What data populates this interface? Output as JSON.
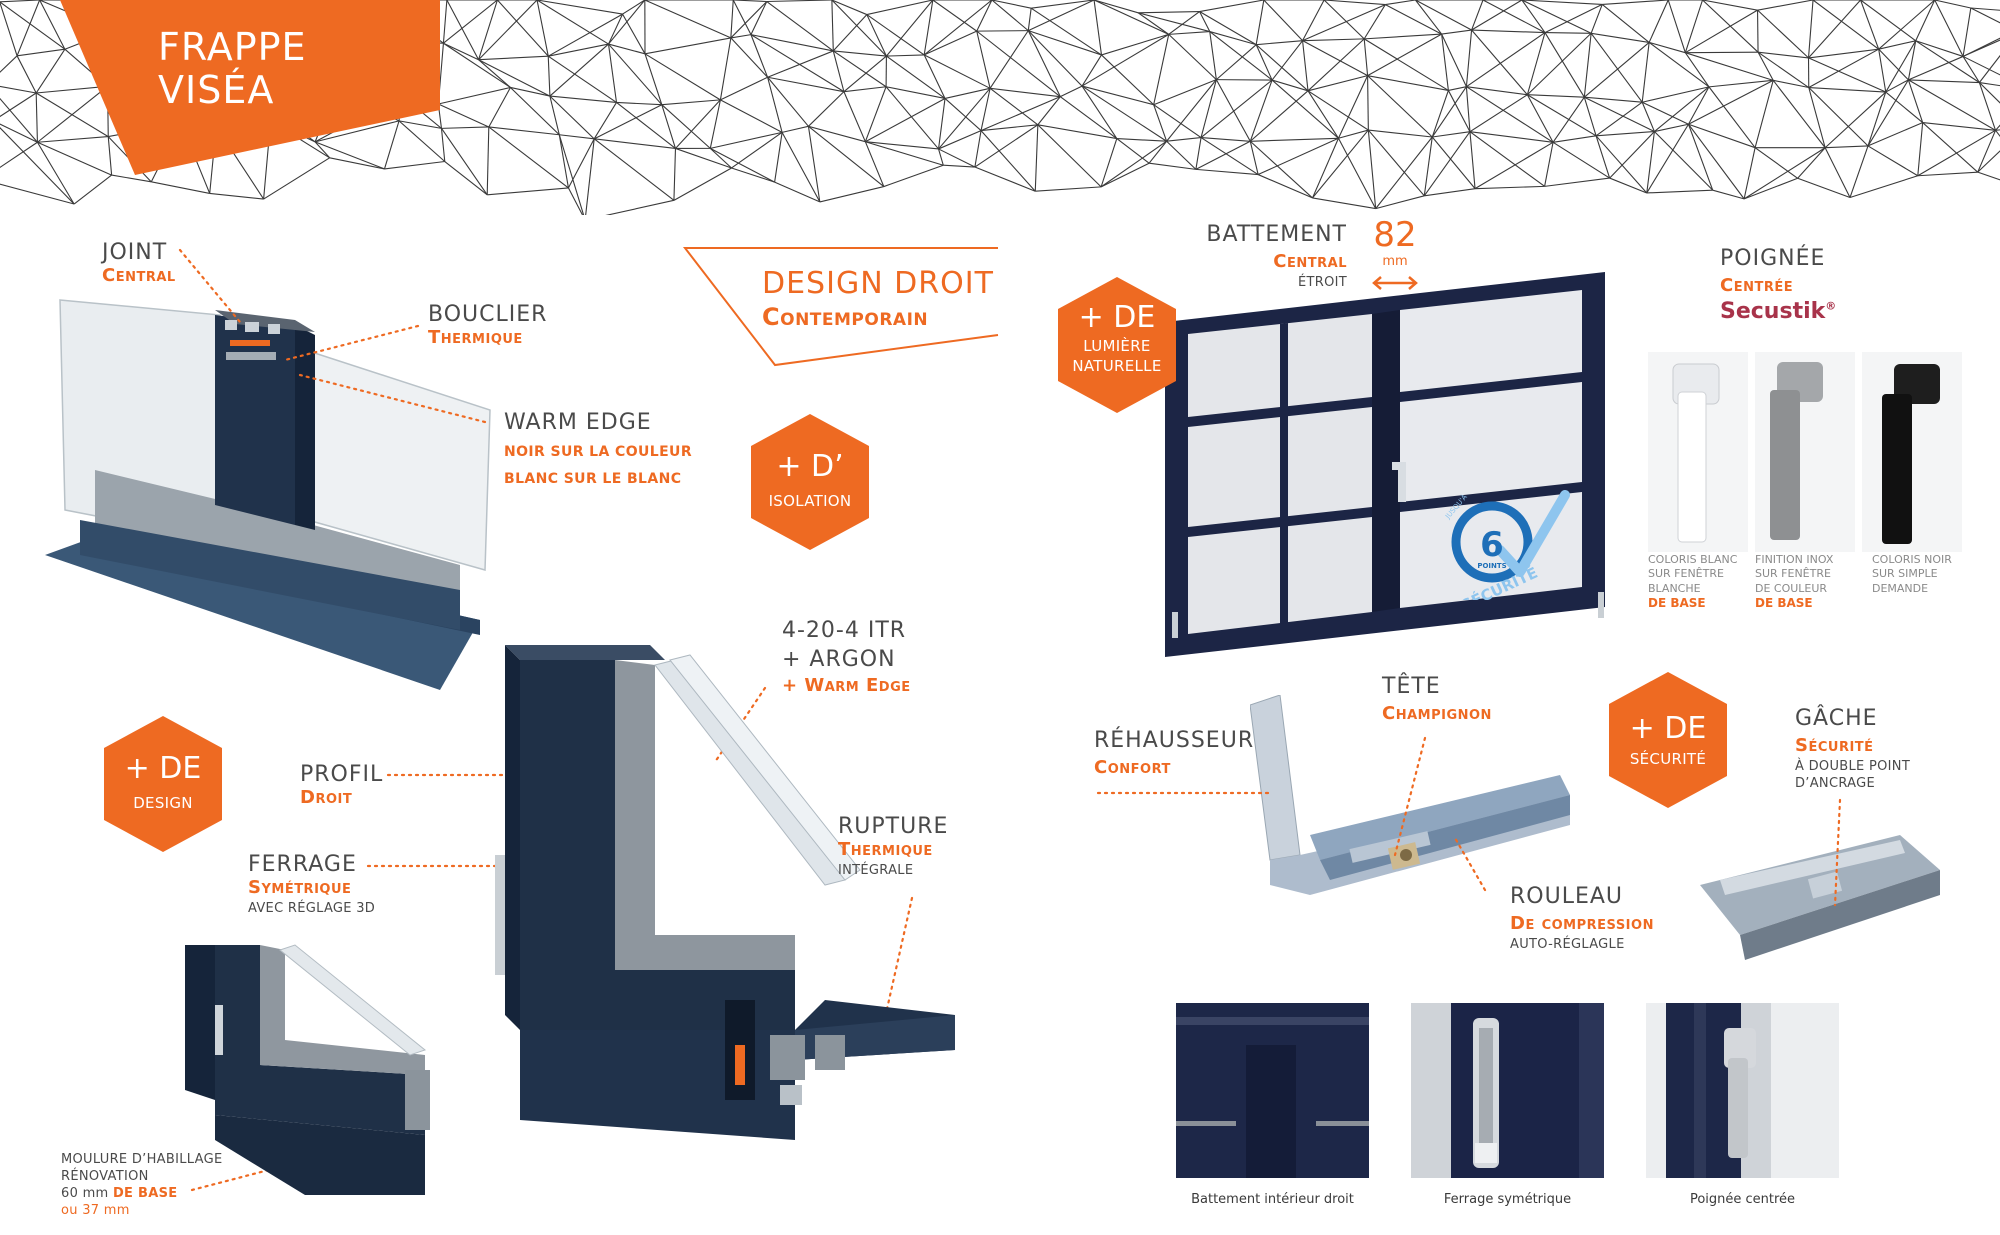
{
  "header": {
    "title_line1": "FRAPPE",
    "title_line2": "VISÉA"
  },
  "design_banner": {
    "line1": "DESIGN DROIT",
    "line2": "Contemporain"
  },
  "callouts": {
    "joint": {
      "main": "JOINT",
      "accent": "Central"
    },
    "bouclier": {
      "main": "BOUCLIER",
      "accent": "Thermique"
    },
    "warm_edge": {
      "main": "WARM EDGE",
      "line1": "NOIR SUR LA COULEUR",
      "line2": "BLANC SUR LE BLANC"
    },
    "vitrage": {
      "line1": "4-20-4 ITR",
      "line2": "+ ARGON",
      "accent": "+ Warm Edge"
    },
    "profil": {
      "main": "PROFIL",
      "accent": "Droit"
    },
    "ferrage": {
      "main": "FERRAGE",
      "accent": "Symétrique",
      "small": "AVEC RÉGLAGE 3D"
    },
    "rupture": {
      "main": "RUPTURE",
      "accent": "Thermique",
      "small": "INTÉGRALE"
    },
    "moulure": {
      "line1": "MOULURE D’HABILLAGE",
      "line2": "RÉNOVATION",
      "line3_text": "60 mm",
      "line3_accent": "DE BASE",
      "line4": "ou 37 mm"
    },
    "battement": {
      "main": "BATTEMENT",
      "accent": "Central",
      "small": "ÉTROIT",
      "value": "82",
      "unit": "mm"
    },
    "poignee": {
      "main": "POIGNÉE",
      "accent": "Centrée",
      "brand": "Secustik",
      "brand_mark": "®"
    },
    "rehausseur": {
      "main": "RÉHAUSSEUR",
      "accent": "Confort"
    },
    "tete": {
      "main": "TÊTE",
      "accent": "Champignon"
    },
    "rouleau": {
      "main": "ROULEAU",
      "accent": "De compression",
      "small": "AUTO-RÉGLAGLE"
    },
    "gache": {
      "main": "GÂCHE",
      "accent": "Sécurité",
      "small1": "À DOUBLE POINT",
      "small2": "D’ANCRAGE"
    }
  },
  "badges": {
    "isolation": {
      "big": "+ D’",
      "sub": "ISOLATION"
    },
    "design": {
      "big": "+ DE",
      "sub": "DESIGN"
    },
    "lumiere": {
      "big": "+ DE",
      "sub1": "LUMIÈRE",
      "sub2": "NATURELLE"
    },
    "securite": {
      "big": "+ DE",
      "sub": "SÉCURITÉ"
    }
  },
  "security_logo": {
    "number": "6",
    "points": "POINTS",
    "word": "SÉCURITÉ",
    "arc": "JUSQU'À"
  },
  "handles": [
    {
      "l1": "COLORIS BLANC",
      "l2": "SUR FENÊTRE",
      "l3": "BLANCHE",
      "accent": "DE BASE",
      "color": "#f2f2f4"
    },
    {
      "l1": "FINITION INOX",
      "l2": "SUR FENÊTRE",
      "l3": "DE COULEUR",
      "accent": "DE BASE",
      "color": "#8e9092"
    },
    {
      "l1": "COLORIS NOIR",
      "l2": "SUR SIMPLE",
      "l3": "DEMANDE",
      "accent": "",
      "color": "#151515"
    }
  ],
  "thumbnails": [
    {
      "caption": "Battement intérieur droit"
    },
    {
      "caption": "Ferrage symétrique"
    },
    {
      "caption": "Poignée centrée"
    }
  ],
  "colors": {
    "accent": "#ee6a22",
    "profile": "#1f3047",
    "frame": "#1c2545",
    "text": "#4a4a4a"
  }
}
